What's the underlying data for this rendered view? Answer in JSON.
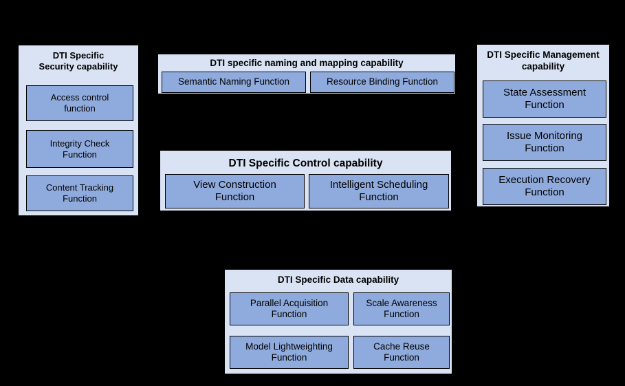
{
  "colors": {
    "background": "#000000",
    "group_fill": "#dae3f3",
    "function_fill": "#8faadc",
    "border": "#000000"
  },
  "groups": {
    "security": {
      "title": "DTI Specific\nSecurity capability",
      "functions": [
        "Access control\nfunction",
        "Integrity Check\nFunction",
        "Content Tracking\nFunction"
      ]
    },
    "naming": {
      "title": "DTI specific naming and mapping capability",
      "functions": [
        "Semantic Naming Function",
        "Resource Binding Function"
      ]
    },
    "control": {
      "title": "DTI Specific Control capability",
      "functions": [
        "View Construction\nFunction",
        "Intelligent Scheduling\nFunction"
      ]
    },
    "management": {
      "title": "DTI Specific Management\ncapability",
      "functions": [
        "State Assessment\nFunction",
        "Issue Monitoring\nFunction",
        "Execution Recovery\nFunction"
      ]
    },
    "data": {
      "title": "DTI Specific Data capability",
      "functions": [
        "Parallel Acquisition\nFunction",
        "Scale Awareness\nFunction",
        "Model Lightweighting\nFunction",
        "Cache Reuse\nFunction"
      ]
    }
  }
}
